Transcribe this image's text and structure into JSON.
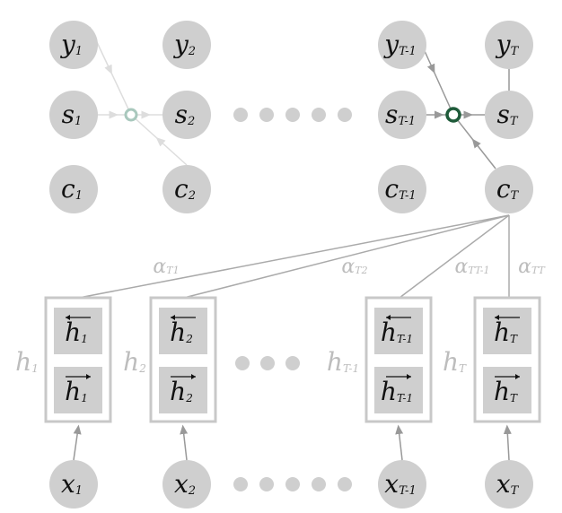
{
  "decoder": {
    "y": [
      "y",
      "1",
      "y",
      "2",
      "y",
      "T-1",
      "y",
      "T"
    ],
    "s": [
      "s",
      "1",
      "s",
      "2",
      "s",
      "T-1",
      "s",
      "T"
    ],
    "c": [
      "c",
      "1",
      "c",
      "2",
      "c",
      "T-1",
      "c",
      "T"
    ]
  },
  "encoder": {
    "h": [
      "h",
      "1",
      "h",
      "2",
      "h",
      "T-1",
      "h",
      "T"
    ],
    "x": [
      "x",
      "1",
      "x",
      "2",
      "x",
      "T-1",
      "x",
      "T"
    ]
  },
  "attention": [
    "α",
    "T1",
    "α",
    "T2",
    "α",
    "TT-1",
    "α",
    "TT"
  ],
  "colors": {
    "node": "#cfcfcf",
    "line": "#aaaaaa",
    "gate_light": "#a9c8bd",
    "gate_dark": "#1f5b3a"
  }
}
